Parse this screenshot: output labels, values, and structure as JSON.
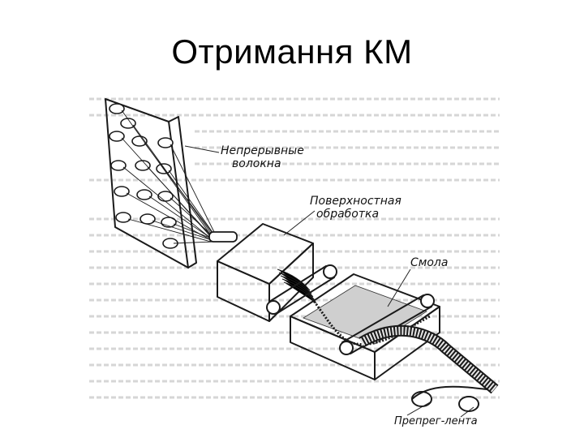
{
  "slide": {
    "title": "Отримання КМ"
  },
  "diagram": {
    "labels": {
      "fibers": [
        "Непрерывные",
        "волокна"
      ],
      "surface_treatment": [
        "Поверхностная",
        "обработка"
      ],
      "resin": "Смола",
      "prepreg": "Препрег-лента"
    },
    "colors": {
      "ink": "#1a1a1a",
      "background": "#ffffff"
    }
  }
}
